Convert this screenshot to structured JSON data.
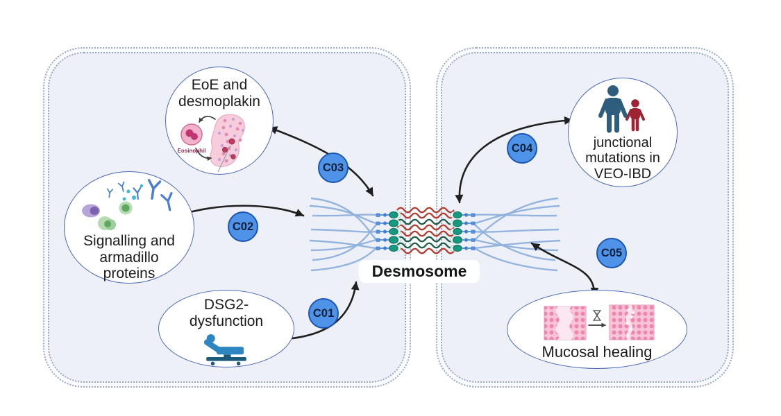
{
  "center": {
    "label": "Desmosome"
  },
  "bubbles": {
    "eoe": {
      "lines": [
        "EoE and",
        "desmoplakin"
      ],
      "caption": "Eosinophil",
      "icon": "eosinophil-tissue-illustration"
    },
    "signalling": {
      "lines": [
        "Signalling and",
        "armadillo",
        "proteins"
      ],
      "icon": "antibodies-and-cells-illustration"
    },
    "dsg2": {
      "lines": [
        "DSG2-",
        "dysfunction"
      ],
      "icon": "hospital-bed-icon"
    },
    "veo_ibd": {
      "lines": [
        "junctional",
        "mutations in",
        "VEO-IBD"
      ],
      "icon": "adult-and-child-icon"
    },
    "mucosal": {
      "lines": [
        "Mucosal healing"
      ],
      "icon": "mucosa-before-after-healing-icon"
    }
  },
  "badges": {
    "c01": "C01",
    "c02": "C02",
    "c03": "C03",
    "c04": "C04",
    "c05": "C05"
  },
  "colors": {
    "badge_fill": "#4f93e8",
    "badge_border": "#1c55b0",
    "cell_fill": "#edf1f7",
    "membrane_dots": "#9aa9c0",
    "bubble_border": "#4a67b8",
    "arrow": "#1f1f1f",
    "filament_blue": "#8fb0dc",
    "cadherin_red": "#b23b2e",
    "cadherin_green": "#1e5c46",
    "plaque_teal": "#18987f",
    "plaque_blue": "#3f7fd6",
    "adult_figure": "#2e5d7d",
    "child_figure": "#9e2433",
    "bed_blue": "#2e86c1",
    "bed_dark": "#1b5a7a",
    "tissue_pink": "#f9c4d6"
  }
}
